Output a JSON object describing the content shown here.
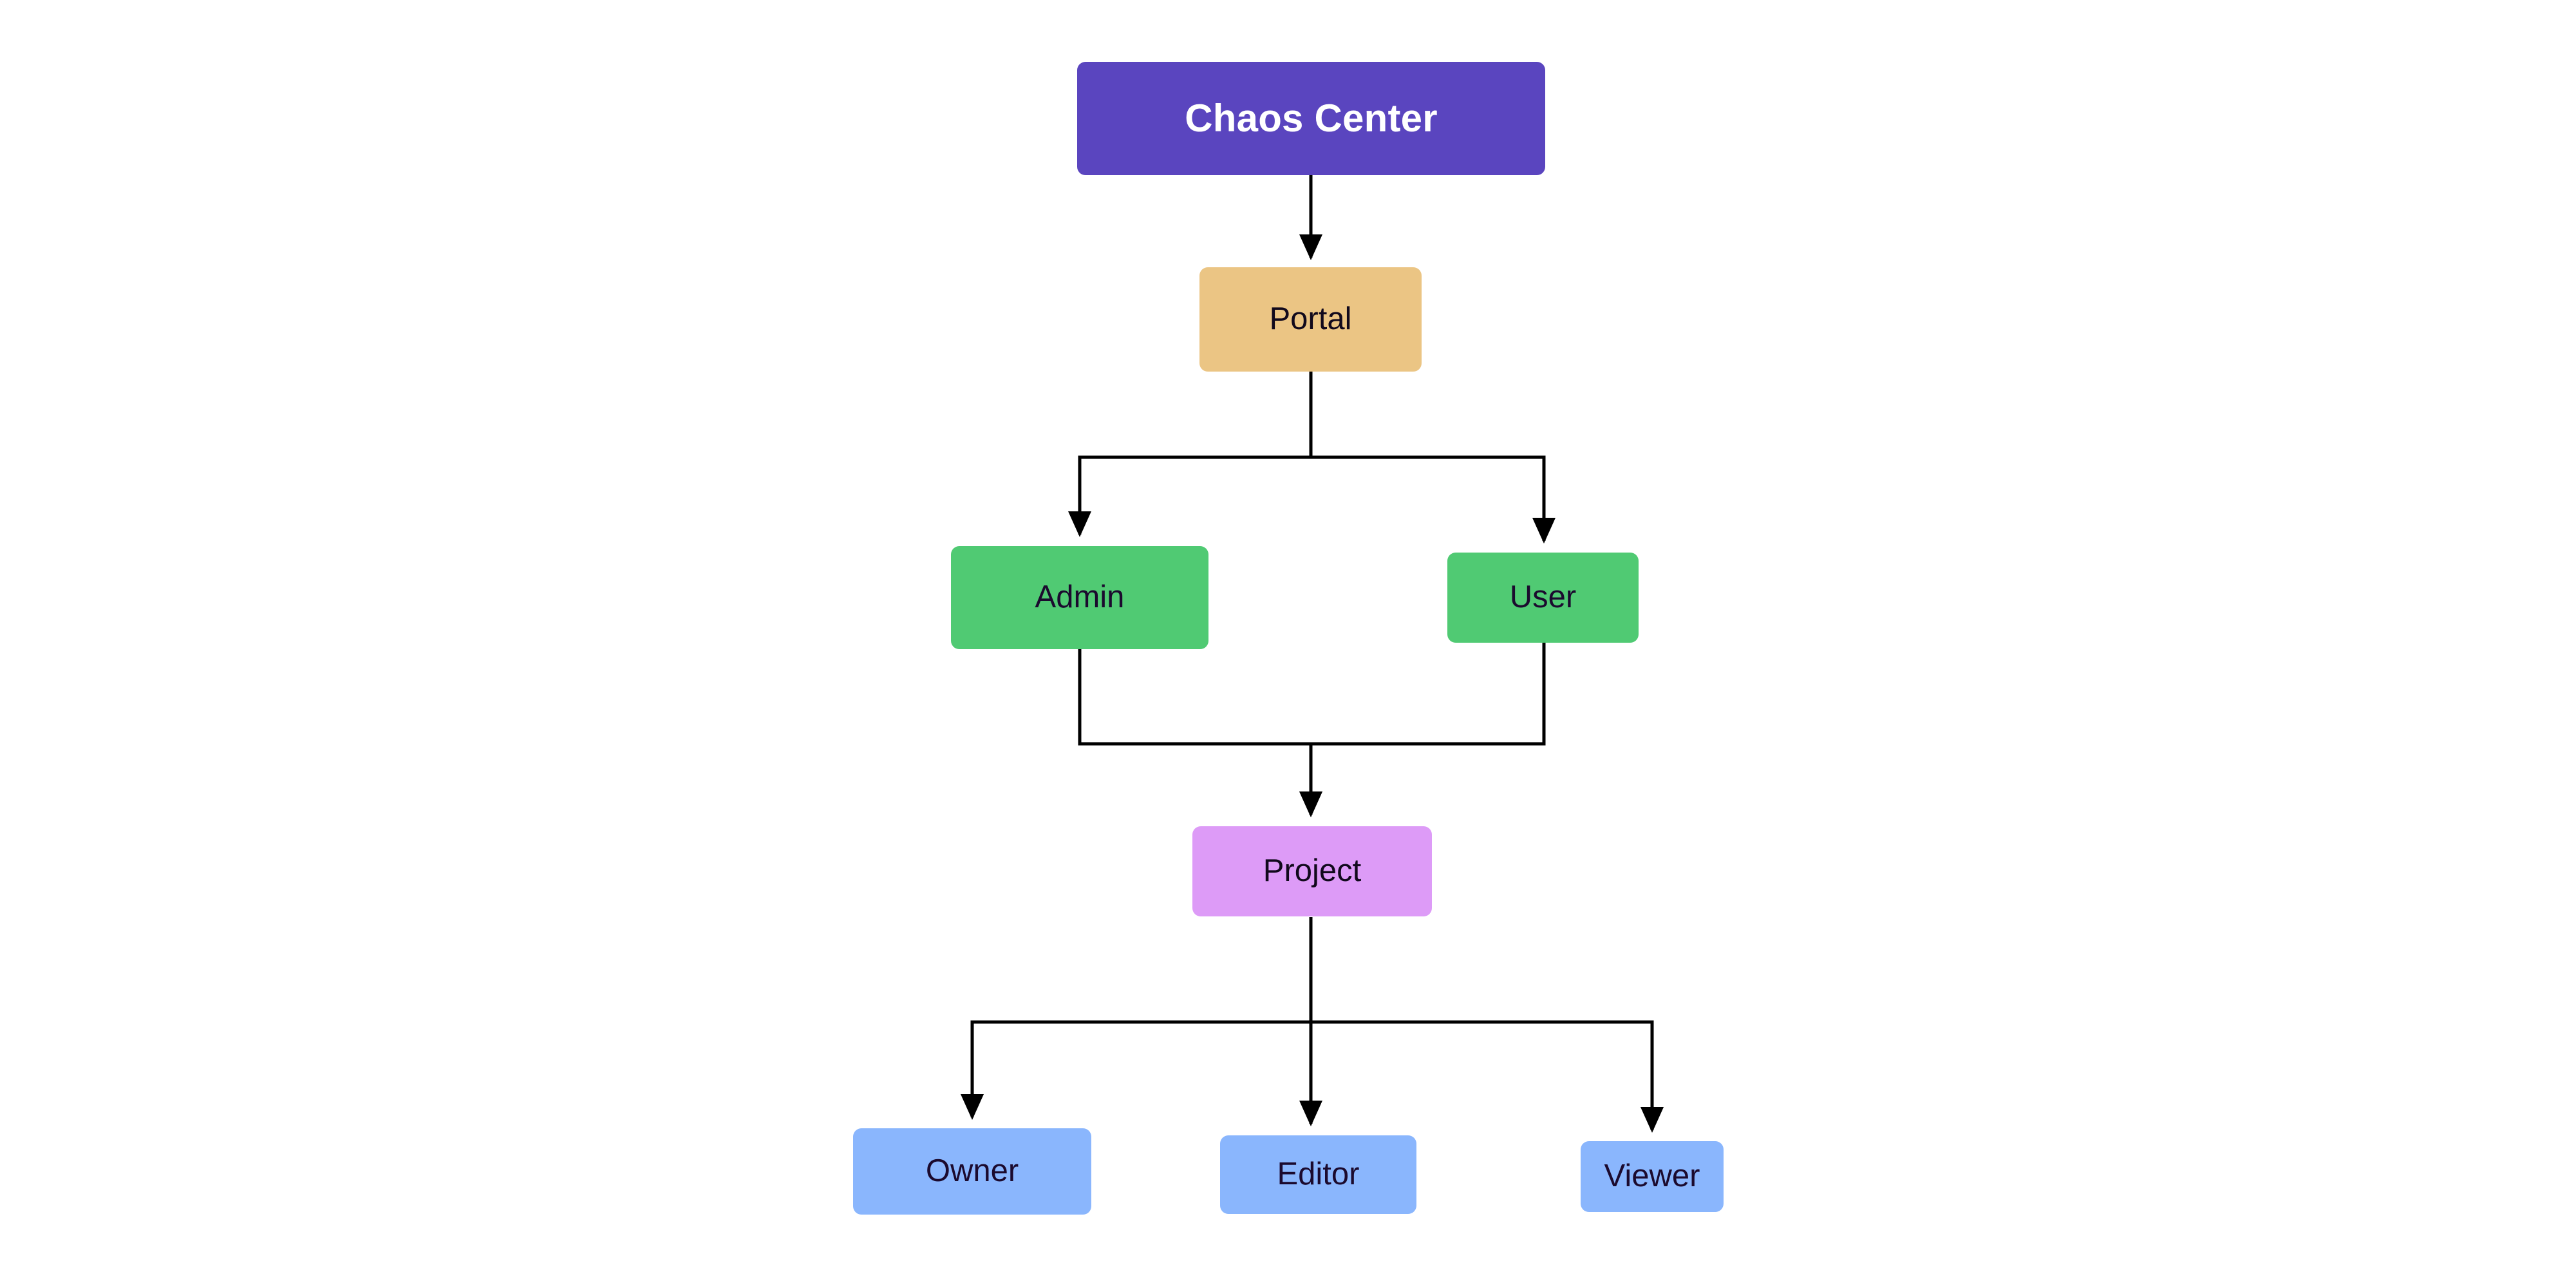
{
  "diagram": {
    "type": "flowchart",
    "direction": "top-down",
    "background_color": "#ffffff",
    "edge_color": "#000000",
    "nodes": [
      {
        "id": "chaos-center",
        "label": "Chaos Center",
        "tier": 1,
        "fill": "#5a45bf",
        "text_color": "#ffffff",
        "bold": true
      },
      {
        "id": "portal",
        "label": "Portal",
        "tier": 2,
        "fill": "#ebc584",
        "text_color": "#11091c",
        "bold": false
      },
      {
        "id": "admin",
        "label": "Admin",
        "tier": 3,
        "fill": "#50ca73",
        "text_color": "#1b0a2e",
        "bold": false
      },
      {
        "id": "user",
        "label": "User",
        "tier": 3,
        "fill": "#50ca73",
        "text_color": "#1b0a2e",
        "bold": false
      },
      {
        "id": "project",
        "label": "Project",
        "tier": 4,
        "fill": "#dd9bf7",
        "text_color": "#11091c",
        "bold": false
      },
      {
        "id": "owner",
        "label": "Owner",
        "tier": 5,
        "fill": "#8ab6fd",
        "text_color": "#1b0a2e",
        "bold": false
      },
      {
        "id": "editor",
        "label": "Editor",
        "tier": 5,
        "fill": "#8ab6fd",
        "text_color": "#1b0a2e",
        "bold": false
      },
      {
        "id": "viewer",
        "label": "Viewer",
        "tier": 5,
        "fill": "#8ab6fd",
        "text_color": "#1b0a2e",
        "bold": false
      }
    ],
    "edges": [
      {
        "from": "chaos-center",
        "to": "portal",
        "style": "straight-arrow"
      },
      {
        "from": "portal",
        "to": "admin",
        "style": "elbow-arrow"
      },
      {
        "from": "portal",
        "to": "user",
        "style": "elbow-arrow"
      },
      {
        "from": "admin",
        "to": "project",
        "style": "elbow-merge-arrow"
      },
      {
        "from": "user",
        "to": "project",
        "style": "elbow-merge-arrow"
      },
      {
        "from": "project",
        "to": "owner",
        "style": "elbow-arrow"
      },
      {
        "from": "project",
        "to": "editor",
        "style": "straight-arrow"
      },
      {
        "from": "project",
        "to": "viewer",
        "style": "elbow-arrow"
      }
    ]
  }
}
